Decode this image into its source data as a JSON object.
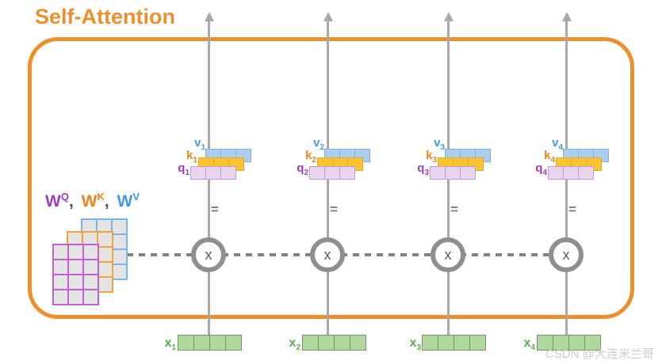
{
  "title": "Self-Attention",
  "watermark": "CSDN @大连米兰哥",
  "weights_label": {
    "wq_base": "W",
    "wq_sup": "Q",
    "wk_base": "W",
    "wk_sup": "K",
    "wv_base": "W",
    "wv_sup": "V",
    "separator": ","
  },
  "weight_matrices": [
    {
      "name": "W_Q",
      "rows": 4,
      "cols": 3,
      "border_color": "#c15fd3",
      "cell_fill": "#e4e4e4"
    },
    {
      "name": "W_K",
      "rows": 4,
      "cols": 3,
      "border_color": "#f2a437",
      "cell_fill": "#e4e4e4"
    },
    {
      "name": "W_V",
      "rows": 4,
      "cols": 3,
      "border_color": "#79b5ec",
      "cell_fill": "#e4e4e4"
    }
  ],
  "groups": [
    {
      "sub": "1",
      "v_letter": "v",
      "k_letter": "k",
      "q_letter": "q",
      "equals_sign": "=",
      "multiply_sign": "x",
      "cells_per_row": 3
    },
    {
      "sub": "2",
      "v_letter": "v",
      "k_letter": "k",
      "q_letter": "q",
      "equals_sign": "=",
      "multiply_sign": "x",
      "cells_per_row": 3
    },
    {
      "sub": "3",
      "v_letter": "v",
      "k_letter": "k",
      "q_letter": "q",
      "equals_sign": "=",
      "multiply_sign": "x",
      "cells_per_row": 3
    },
    {
      "sub": "4",
      "v_letter": "v",
      "k_letter": "k",
      "q_letter": "q",
      "equals_sign": "=",
      "multiply_sign": "x",
      "cells_per_row": 3
    }
  ],
  "inputs": [
    {
      "letter": "x",
      "sub": "1",
      "cells": 4
    },
    {
      "letter": "x",
      "sub": "2",
      "cells": 4
    },
    {
      "letter": "x",
      "sub": "3",
      "cells": 4
    },
    {
      "letter": "x",
      "sub": "4",
      "cells": 4
    }
  ],
  "colors": {
    "accent_orange": "#ef8f2b",
    "line_gray": "#a9a9a9",
    "circle_gray": "#8f8f8f",
    "q_purple": "#9b3fc0",
    "k_orange": "#f08119",
    "v_blue": "#3d9be9",
    "q_fill": "#e8d5f0",
    "k_fill": "#f7c42f",
    "v_fill": "#abceef",
    "matrix_cell_fill": "#e4e4e4",
    "input_green": "#56b04c",
    "input_fill": "#aed89c",
    "watermark_gray": "#c4c4c4"
  }
}
